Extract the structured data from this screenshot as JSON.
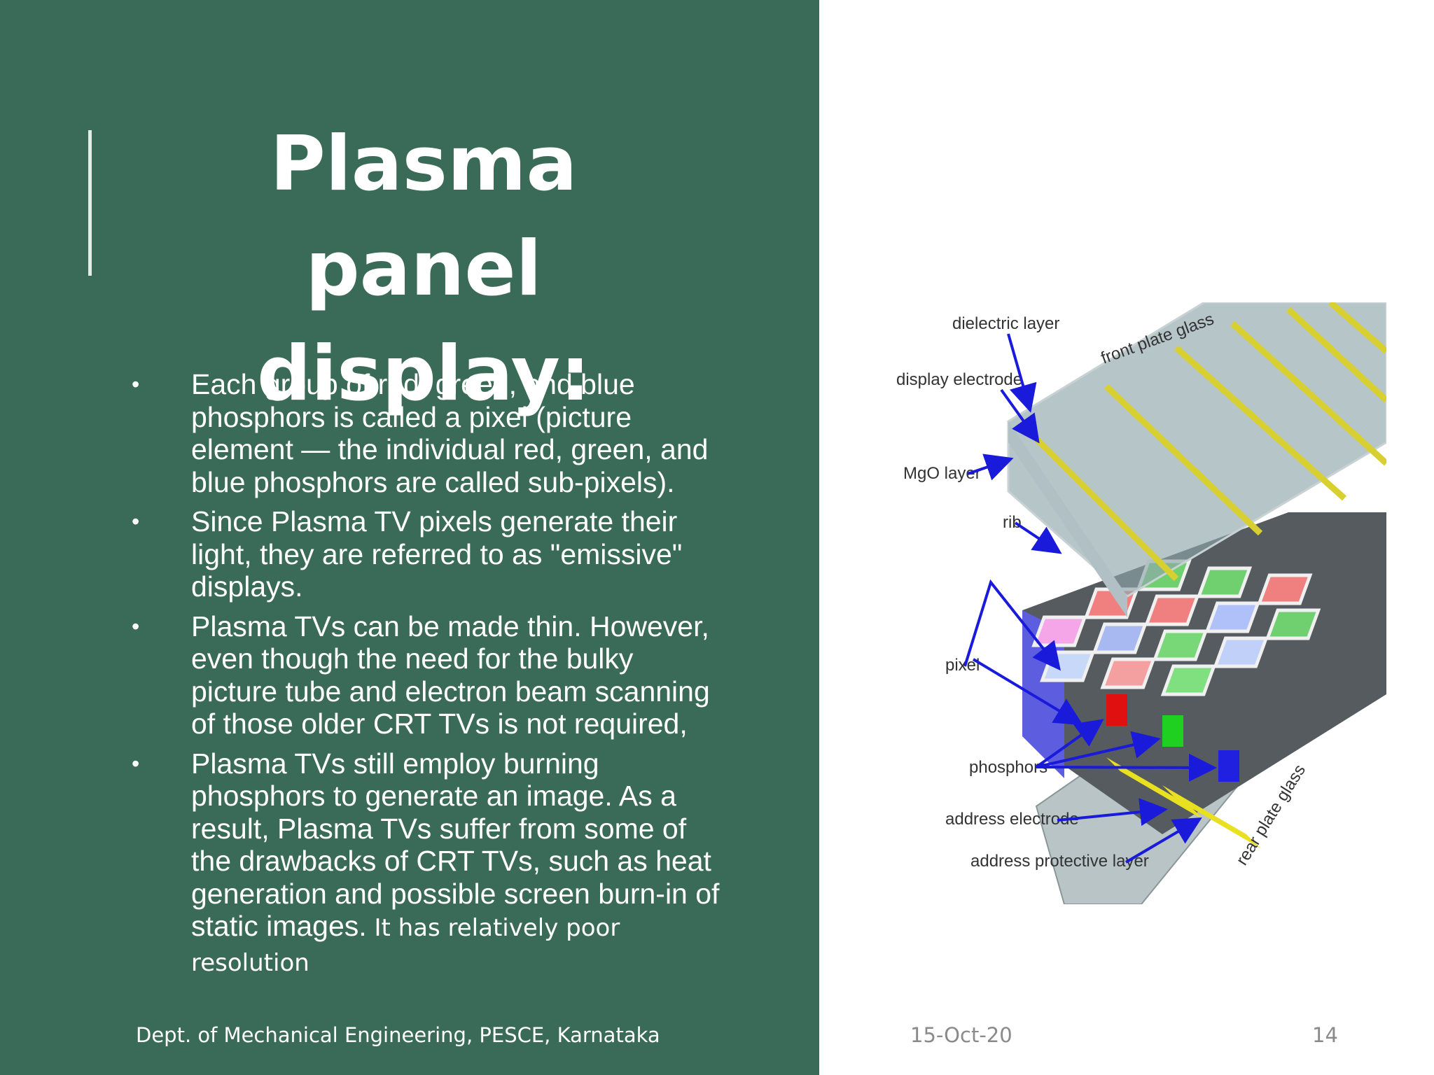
{
  "slide": {
    "title": "Plasma panel display:",
    "bullets": [
      {
        "text": "Each group of red, green, and blue phosphors is called a pixel (picture element — the individual red, green, and blue phosphors are called sub-pixels).",
        "tail": ""
      },
      {
        "text": "Since Plasma TV pixels generate their light, they are referred to as \"emissive\" displays.",
        "tail": ""
      },
      {
        "text": "Plasma TVs can be made thin. However, even though the need for the bulky picture tube and electron beam scanning of those older CRT TVs is not required,",
        "tail": ""
      },
      {
        "text": "Plasma TVs still employ burning phosphors to generate an image. As a result, Plasma TVs suffer from some of the drawbacks of CRT TVs, such as heat generation and possible screen burn-in of static images.",
        "tail": " It has relatively poor resolution"
      }
    ],
    "bullet_symbol": "•",
    "footer": {
      "department": "Dept. of Mechanical Engineering, PESCE, Karnataka",
      "date": "15-Oct-20",
      "page": "14"
    }
  },
  "figure": {
    "labels": {
      "dielectric": "dielectric layer",
      "front_glass": "front plate glass",
      "display_electrode": "display electrode",
      "mgo": "MgO layer",
      "rib": "rib",
      "pixel": "pixel",
      "phosphors": "phosphors",
      "address_electrode": "address electrode",
      "address_protective": "address protective layer",
      "rear_glass": "rear plate glass"
    }
  },
  "colors": {
    "panel_green": "#3a6b58",
    "footer_gray": "#8a8a8a",
    "arrow_blue": "#1a1adb"
  }
}
